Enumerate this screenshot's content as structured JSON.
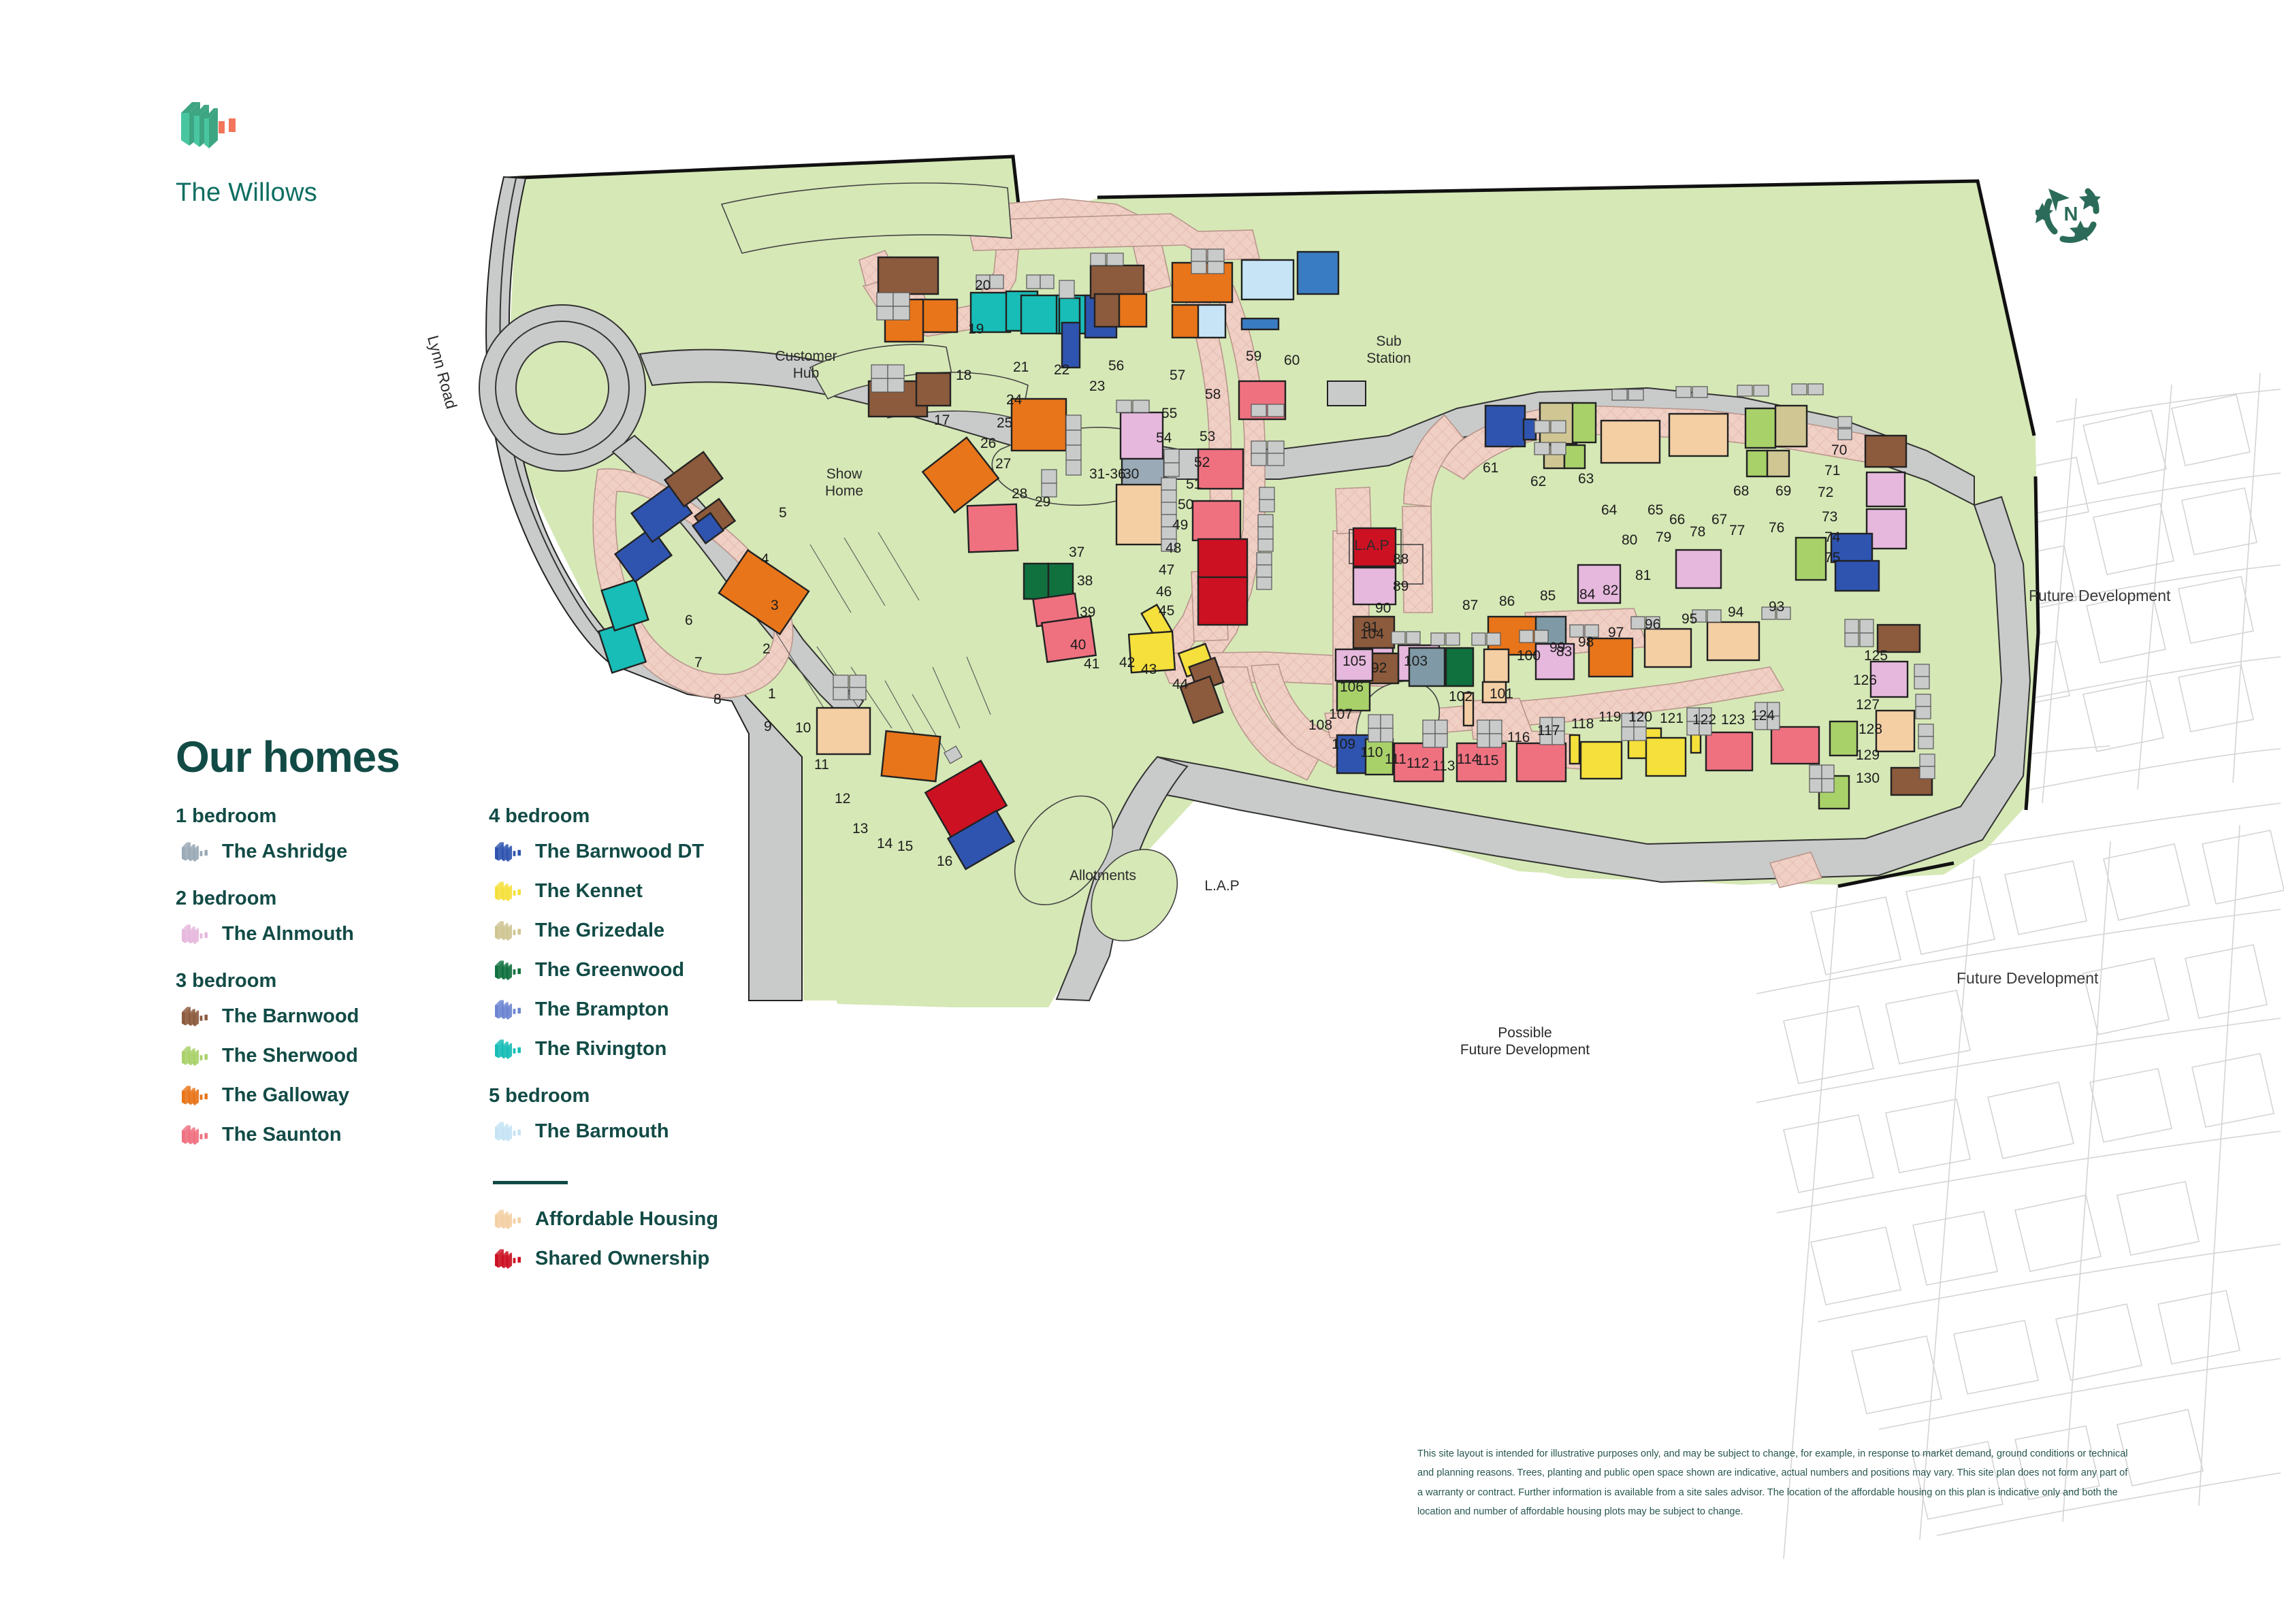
{
  "brand": {
    "name": "The Willows",
    "logo_icon": "willows-building-logo",
    "primary_color": "#0d6e62",
    "accent_color": "#f3755c"
  },
  "compass": {
    "icon": "north-arrow-compass",
    "letter": "N",
    "color": "#2c6b59"
  },
  "legend": {
    "title": "Our homes",
    "groups": [
      {
        "title": "1 bedroom",
        "items": [
          {
            "label": "The Ashridge",
            "color": "#9aaab6"
          }
        ]
      },
      {
        "title": "2 bedroom",
        "items": [
          {
            "label": "The Alnmouth",
            "color": "#e6b8dd"
          }
        ]
      },
      {
        "title": "3 bedroom",
        "items": [
          {
            "label": "The Barnwood",
            "color": "#8c5a3c"
          },
          {
            "label": "The Sherwood",
            "color": "#a9d16a"
          },
          {
            "label": "The Galloway",
            "color": "#e8751a"
          },
          {
            "label": "The Saunton",
            "color": "#ef7180"
          }
        ]
      },
      {
        "title": "4 bedroom",
        "items": [
          {
            "label": "The Barnwood DT",
            "color": "#2f54b0"
          },
          {
            "label": "The Kennet",
            "color": "#f5e03c"
          },
          {
            "label": "The Grizedale",
            "color": "#cfc693"
          },
          {
            "label": "The Greenwood",
            "color": "#10713f"
          },
          {
            "label": "The Brampton",
            "color": "#6d85d1"
          },
          {
            "label": "The Rivington",
            "color": "#17bdb6"
          }
        ]
      },
      {
        "title": "5 bedroom",
        "items": [
          {
            "label": "The Barmouth",
            "color": "#c6e4f5"
          }
        ]
      }
    ],
    "tenure": [
      {
        "label": "Affordable Housing",
        "color": "#f4cfa4"
      },
      {
        "label": "Shared Ownership",
        "color": "#cc1122"
      }
    ]
  },
  "map": {
    "road_label": "Lynn Road",
    "features": [
      {
        "name": "Customer Hub",
        "text": "Customer\nHub"
      },
      {
        "name": "Show Home",
        "text": "Show\nHome"
      },
      {
        "name": "Sub Station",
        "text": "Sub\nStation"
      },
      {
        "name": "L.A.P North",
        "text": "L.A.P"
      },
      {
        "name": "L.A.P South",
        "text": "L.A.P"
      },
      {
        "name": "Allotments",
        "text": "Allotments"
      }
    ],
    "future_development_labels": [
      "Future Development",
      "Future Development",
      "Possible\nFuture Development"
    ],
    "colors": {
      "green_space": "#d6e8b6",
      "road_tarmac": "#c9cbca",
      "shared_surface": "#f0cfc5",
      "driveway_grey": "#c9cbca",
      "site_boundary": "#111111",
      "future_dev_line": "#cfcfcf"
    },
    "plot_numbers": [
      "1",
      "2",
      "3",
      "4",
      "5",
      "6",
      "7",
      "8",
      "9",
      "10",
      "11",
      "12",
      "13",
      "14",
      "15",
      "16",
      "17",
      "18",
      "19",
      "20",
      "21",
      "22",
      "23",
      "24",
      "25",
      "26",
      "27",
      "28",
      "29",
      "30",
      "31-36",
      "37",
      "38",
      "39",
      "40",
      "41",
      "42",
      "43",
      "44",
      "45",
      "46",
      "47",
      "48",
      "49",
      "50",
      "51",
      "52",
      "53",
      "54",
      "55",
      "56",
      "57",
      "58",
      "59",
      "60",
      "61",
      "62",
      "63",
      "64",
      "65",
      "66",
      "67",
      "68",
      "69",
      "70",
      "71",
      "72",
      "73",
      "74",
      "75",
      "76",
      "77",
      "78",
      "79",
      "80",
      "81",
      "82",
      "83",
      "84",
      "85",
      "86",
      "87",
      "88",
      "89",
      "90",
      "91",
      "92",
      "93",
      "94",
      "95",
      "96",
      "97",
      "98",
      "99",
      "100",
      "101",
      "102",
      "103",
      "104",
      "105",
      "106",
      "107",
      "108",
      "109",
      "110",
      "111",
      "112",
      "113",
      "114",
      "115",
      "116",
      "117",
      "118",
      "119",
      "120",
      "121",
      "122",
      "123",
      "124",
      "125",
      "126",
      "127",
      "128",
      "129",
      "130"
    ]
  },
  "disclaimer": "This site layout is intended for illustrative purposes only, and may be subject to change, for example, in response to market demand, ground conditions or technical and planning reasons. Trees, planting and public open space shown are indicative, actual numbers and positions may vary. This site plan does not form any part of a warranty or contract. Further information is available from a site sales advisor. The location of the affordable housing on this plan is indicative only and both the location and number of affordable housing plots may be subject to change."
}
